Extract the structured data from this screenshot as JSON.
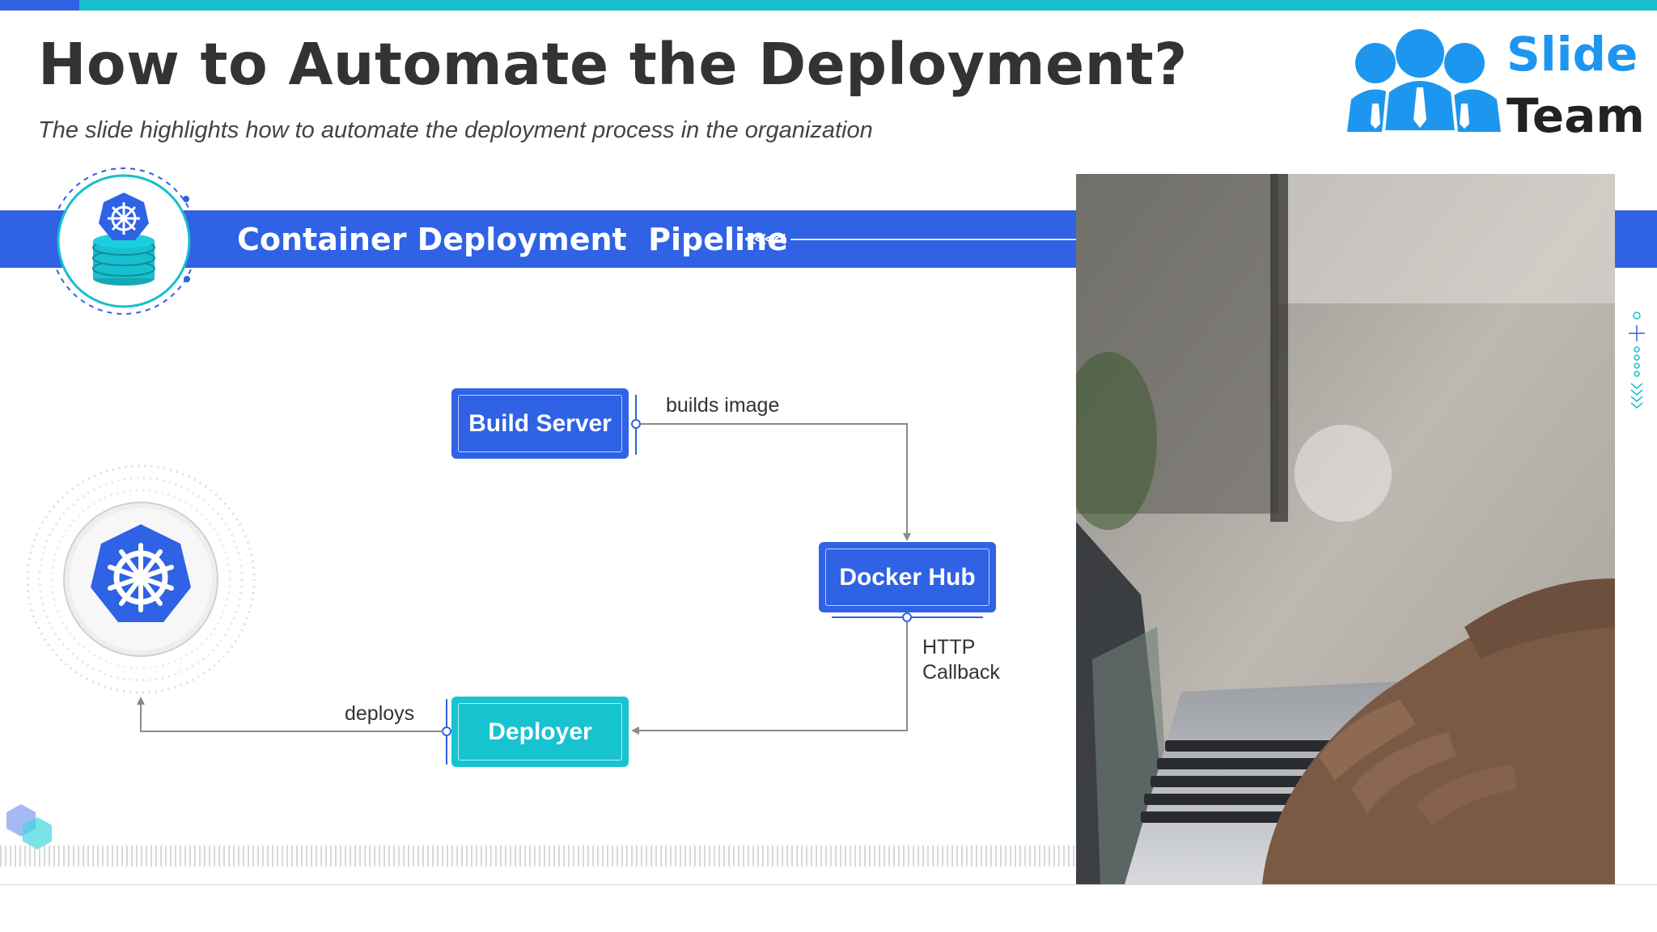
{
  "slide": {
    "title": "How to Automate the Deployment?",
    "subtitle": "The slide highlights how to automate the deployment process in the organization"
  },
  "logo": {
    "line1": "Slide",
    "line2": "Team"
  },
  "banner": {
    "title": "Container Deployment  Pipeline",
    "arrows": "<<<<"
  },
  "diagram": {
    "nodes": {
      "build_server": "Build Server",
      "docker_hub": "Docker Hub",
      "deployer": "Deployer"
    },
    "edges": {
      "builds_image": "builds image",
      "http_callback_1": "HTTP",
      "http_callback_2": "Callback",
      "deploys": "deploys"
    }
  },
  "colors": {
    "accent_blue": "#2f62e4",
    "accent_teal": "#17c3cf",
    "title": "#333333"
  },
  "icons": [
    "kubernetes-icon",
    "database-stack-icon",
    "slideteam-people-icon",
    "laptop-typing-photo"
  ]
}
